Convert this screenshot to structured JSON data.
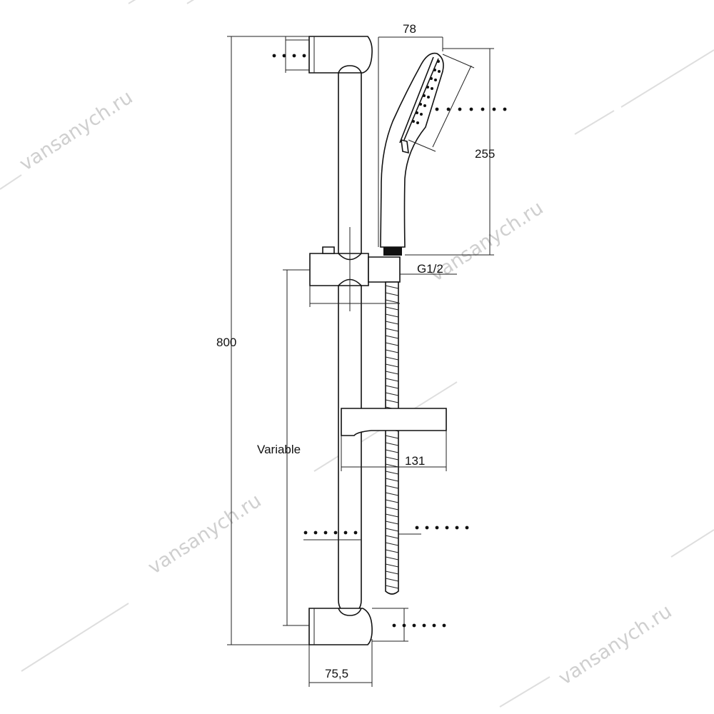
{
  "dimensions": {
    "height_total": "800",
    "handset_width": "78",
    "handset_length": "255",
    "thread": "G1/2",
    "variable": "Variable",
    "shelf_width": "131",
    "bracket_width": "75,5"
  },
  "watermark": "vansanych.ru",
  "colors": {
    "line": "#111111",
    "watermark": "#cfcfcf"
  }
}
